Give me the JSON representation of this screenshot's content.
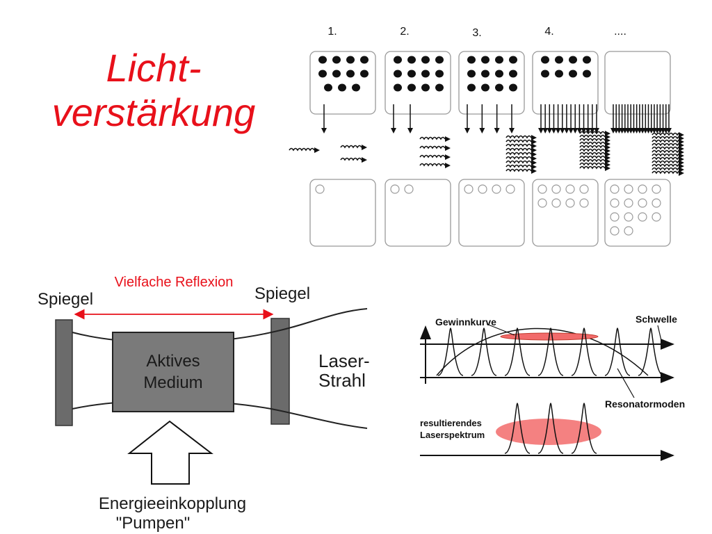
{
  "title": {
    "line1": "Licht-",
    "line2": "verstärkung"
  },
  "steps": {
    "labels": [
      "1.",
      "2.",
      "3.",
      "4.",
      "...."
    ],
    "upper_dots": [
      11,
      12,
      12,
      8,
      0
    ],
    "pump_arrows": [
      1,
      2,
      4,
      14,
      20
    ],
    "lower_circles": [
      1,
      2,
      4,
      8,
      14
    ]
  },
  "resonator": {
    "left_mirror_label": "Spiegel",
    "right_mirror_label": "Spiegel",
    "reflection_label": "Vielfache Reflexion",
    "medium_line1": "Aktives",
    "medium_line2": "Medium",
    "beam_line1": "Laser-",
    "beam_line2": "Strahl",
    "pump_line1": "Energieeinkopplung",
    "pump_line2": "\"Pumpen\""
  },
  "gain_plot": {
    "gain_label": "Gewinnkurve",
    "threshold_label": "Schwelle",
    "modes_label": "Resonatormoden",
    "spectrum_line1": "resultierendes",
    "spectrum_line2": "Laserspektrum"
  },
  "colors": {
    "accent": "#e8101a",
    "mirror": "#6b6b6b",
    "medium": "#7a7a7a",
    "highlight": "#f26b6b"
  }
}
